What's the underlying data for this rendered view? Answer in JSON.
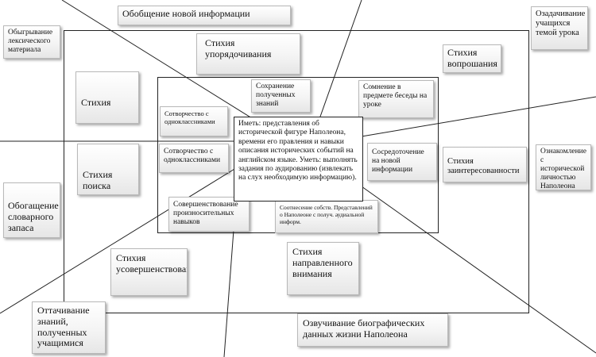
{
  "diagram": {
    "top_label": "Обобщение новой информации",
    "top_left": "Обыгрывание лексического материала",
    "top_right": "Озадачивание учащихся темой урока",
    "stikhiya_uporyadochivaniya": "Стихия упорядочивания",
    "stikhiya_voproshaniya": "Стихия вопрошания",
    "stikhiya": "Стихия",
    "stikhiya_poiska": "Стихия поиска",
    "stikhiya_zainteresovannosti": "Стихия заинтересованности",
    "oznakomlenie": "Ознакомление с исторической личностью Наполеона",
    "obogaschenie": "Обогащение словарного запаса",
    "stikhiya_usovershenstvovaniya": "Стихия усовершенствования",
    "stikhiya_napravlennogo": "Стихия направленного внимания",
    "ottachivanie": "Оттачивание знаний, полученных учащимися",
    "ozvuchivanie": "Озвучивание биографических данных жизни Наполеона",
    "sokhranenie": "Сохранение полученных знаний",
    "somnenie": "Сомнение в предмете беседы на уроке",
    "sotvorchestvo_1": "Сотворчество с одноклассниками",
    "sotvorchestvo_2": "Сотворчество с одноклассниками",
    "sosredotochenie": "Сосредоточение на новой информации",
    "sovershenstvovanie": "Совершенствование произносительных навыков",
    "sootnesenie": "Соотнесение собств. Представлений о Наполеоне с получ. аудиальной информ.",
    "center_text": "Иметь: представления об исторической фигуре Наполеона, времени его правления и навыки описания исторических событий на английском языке. Уметь: выполнять задания по аудированию (извлекать на слух необходимую информацию)."
  }
}
